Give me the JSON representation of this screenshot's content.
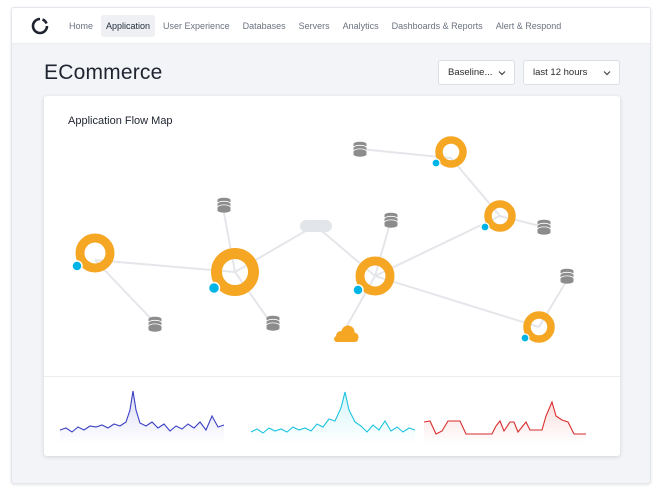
{
  "nav": {
    "items": [
      {
        "label": "Home",
        "active": false
      },
      {
        "label": "Application",
        "active": true
      },
      {
        "label": "User Experience",
        "active": false
      },
      {
        "label": "Databases",
        "active": false
      },
      {
        "label": "Servers",
        "active": false
      },
      {
        "label": "Analytics",
        "active": false
      },
      {
        "label": "Dashboards & Reports",
        "active": false
      },
      {
        "label": "Alert & Respond",
        "active": false
      }
    ]
  },
  "page": {
    "title": "ECommerce"
  },
  "filters": {
    "baseline_label": "Baseline...",
    "time_range_label": "last 12 hours"
  },
  "flow_map": {
    "title": "Application Flow Map"
  },
  "colors": {
    "node": "#f5a623",
    "status_dot": "#00b4e6",
    "database": "#8c8c8c",
    "edge": "#e4e6ea",
    "spark_blue": "#3a3fc4",
    "spark_cyan": "#19c3df",
    "spark_red": "#d92b2b"
  },
  "icons": {
    "logo": "brand-logo-icon",
    "database": "database-icon",
    "cloud": "cloud-icon",
    "dropdown": "chevron-down-icon"
  }
}
